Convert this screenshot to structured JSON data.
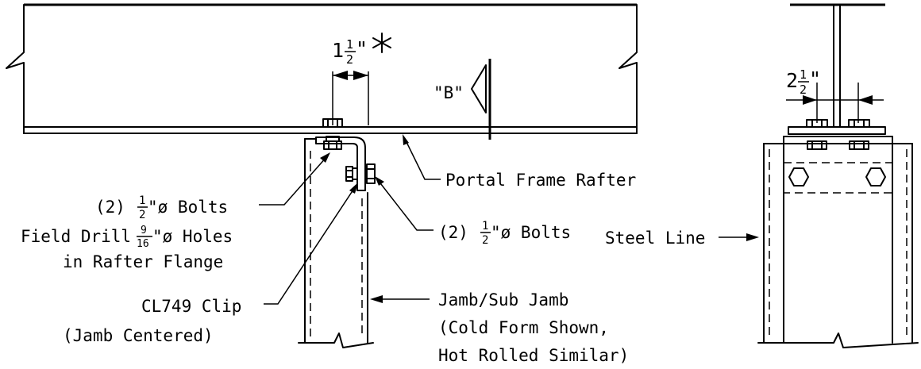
{
  "labels": {
    "dim_left_whole": "1",
    "dim_left_num": "1",
    "dim_left_den": "2",
    "dim_left_unit": "\"",
    "asterisk": "*",
    "weld_b": "\"B\"",
    "portal_rafter": "Portal Frame Rafter",
    "bolts_left_prefix": "(2)",
    "bolts_left_num": "1",
    "bolts_left_den": "2",
    "bolts_left_suffix": "\"ø Bolts",
    "field_drill_prefix": "Field Drill",
    "field_drill_num": "9",
    "field_drill_den": "16",
    "field_drill_suffix": "\"ø Holes",
    "field_drill_line2": "in Rafter Flange",
    "bolts_right_prefix": "(2)",
    "bolts_right_num": "1",
    "bolts_right_den": "2",
    "bolts_right_suffix": "\"ø Bolts",
    "clip_line1": "CL749 Clip",
    "clip_line2": "(Jamb Centered)",
    "jamb_line1": "Jamb/Sub Jamb",
    "jamb_line2": "(Cold Form Shown,",
    "jamb_line3": "Hot Rolled Similar)",
    "steel_line": "Steel Line",
    "dim_right_whole": "2",
    "dim_right_num": "1",
    "dim_right_den": "2",
    "dim_right_unit": "\""
  }
}
